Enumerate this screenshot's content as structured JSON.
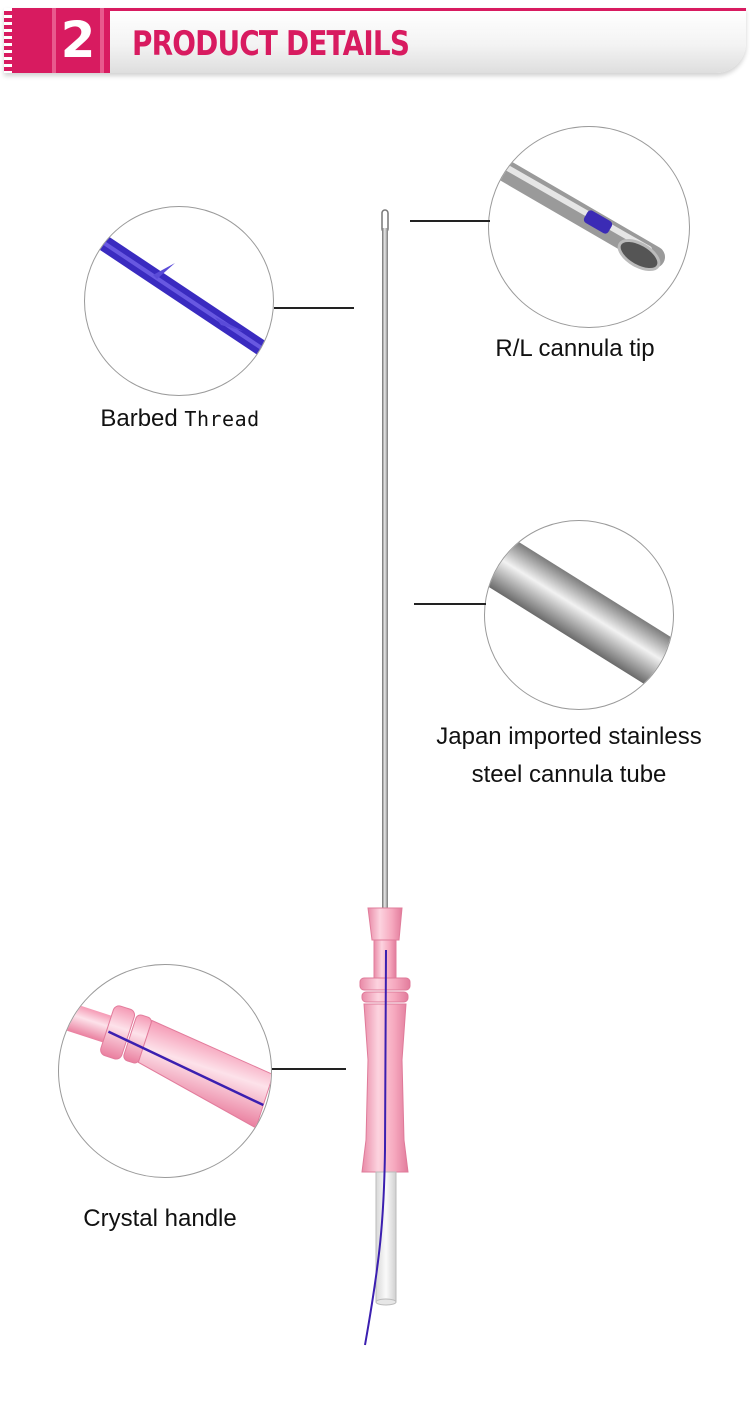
{
  "header": {
    "number": "2",
    "title": "PRODUCT DETAILS"
  },
  "callouts": {
    "barbed": {
      "word1": "Barbed",
      "word2": "Thread"
    },
    "tip": {
      "label": "R/L cannula tip"
    },
    "tube": {
      "line1": "Japan imported stainless",
      "line2": "steel cannula tube"
    },
    "handle": {
      "label": "Crystal handle"
    }
  },
  "colors": {
    "accent": "#d81b60",
    "thread": "#3b1fb0",
    "handle": "#f6a9bf"
  }
}
